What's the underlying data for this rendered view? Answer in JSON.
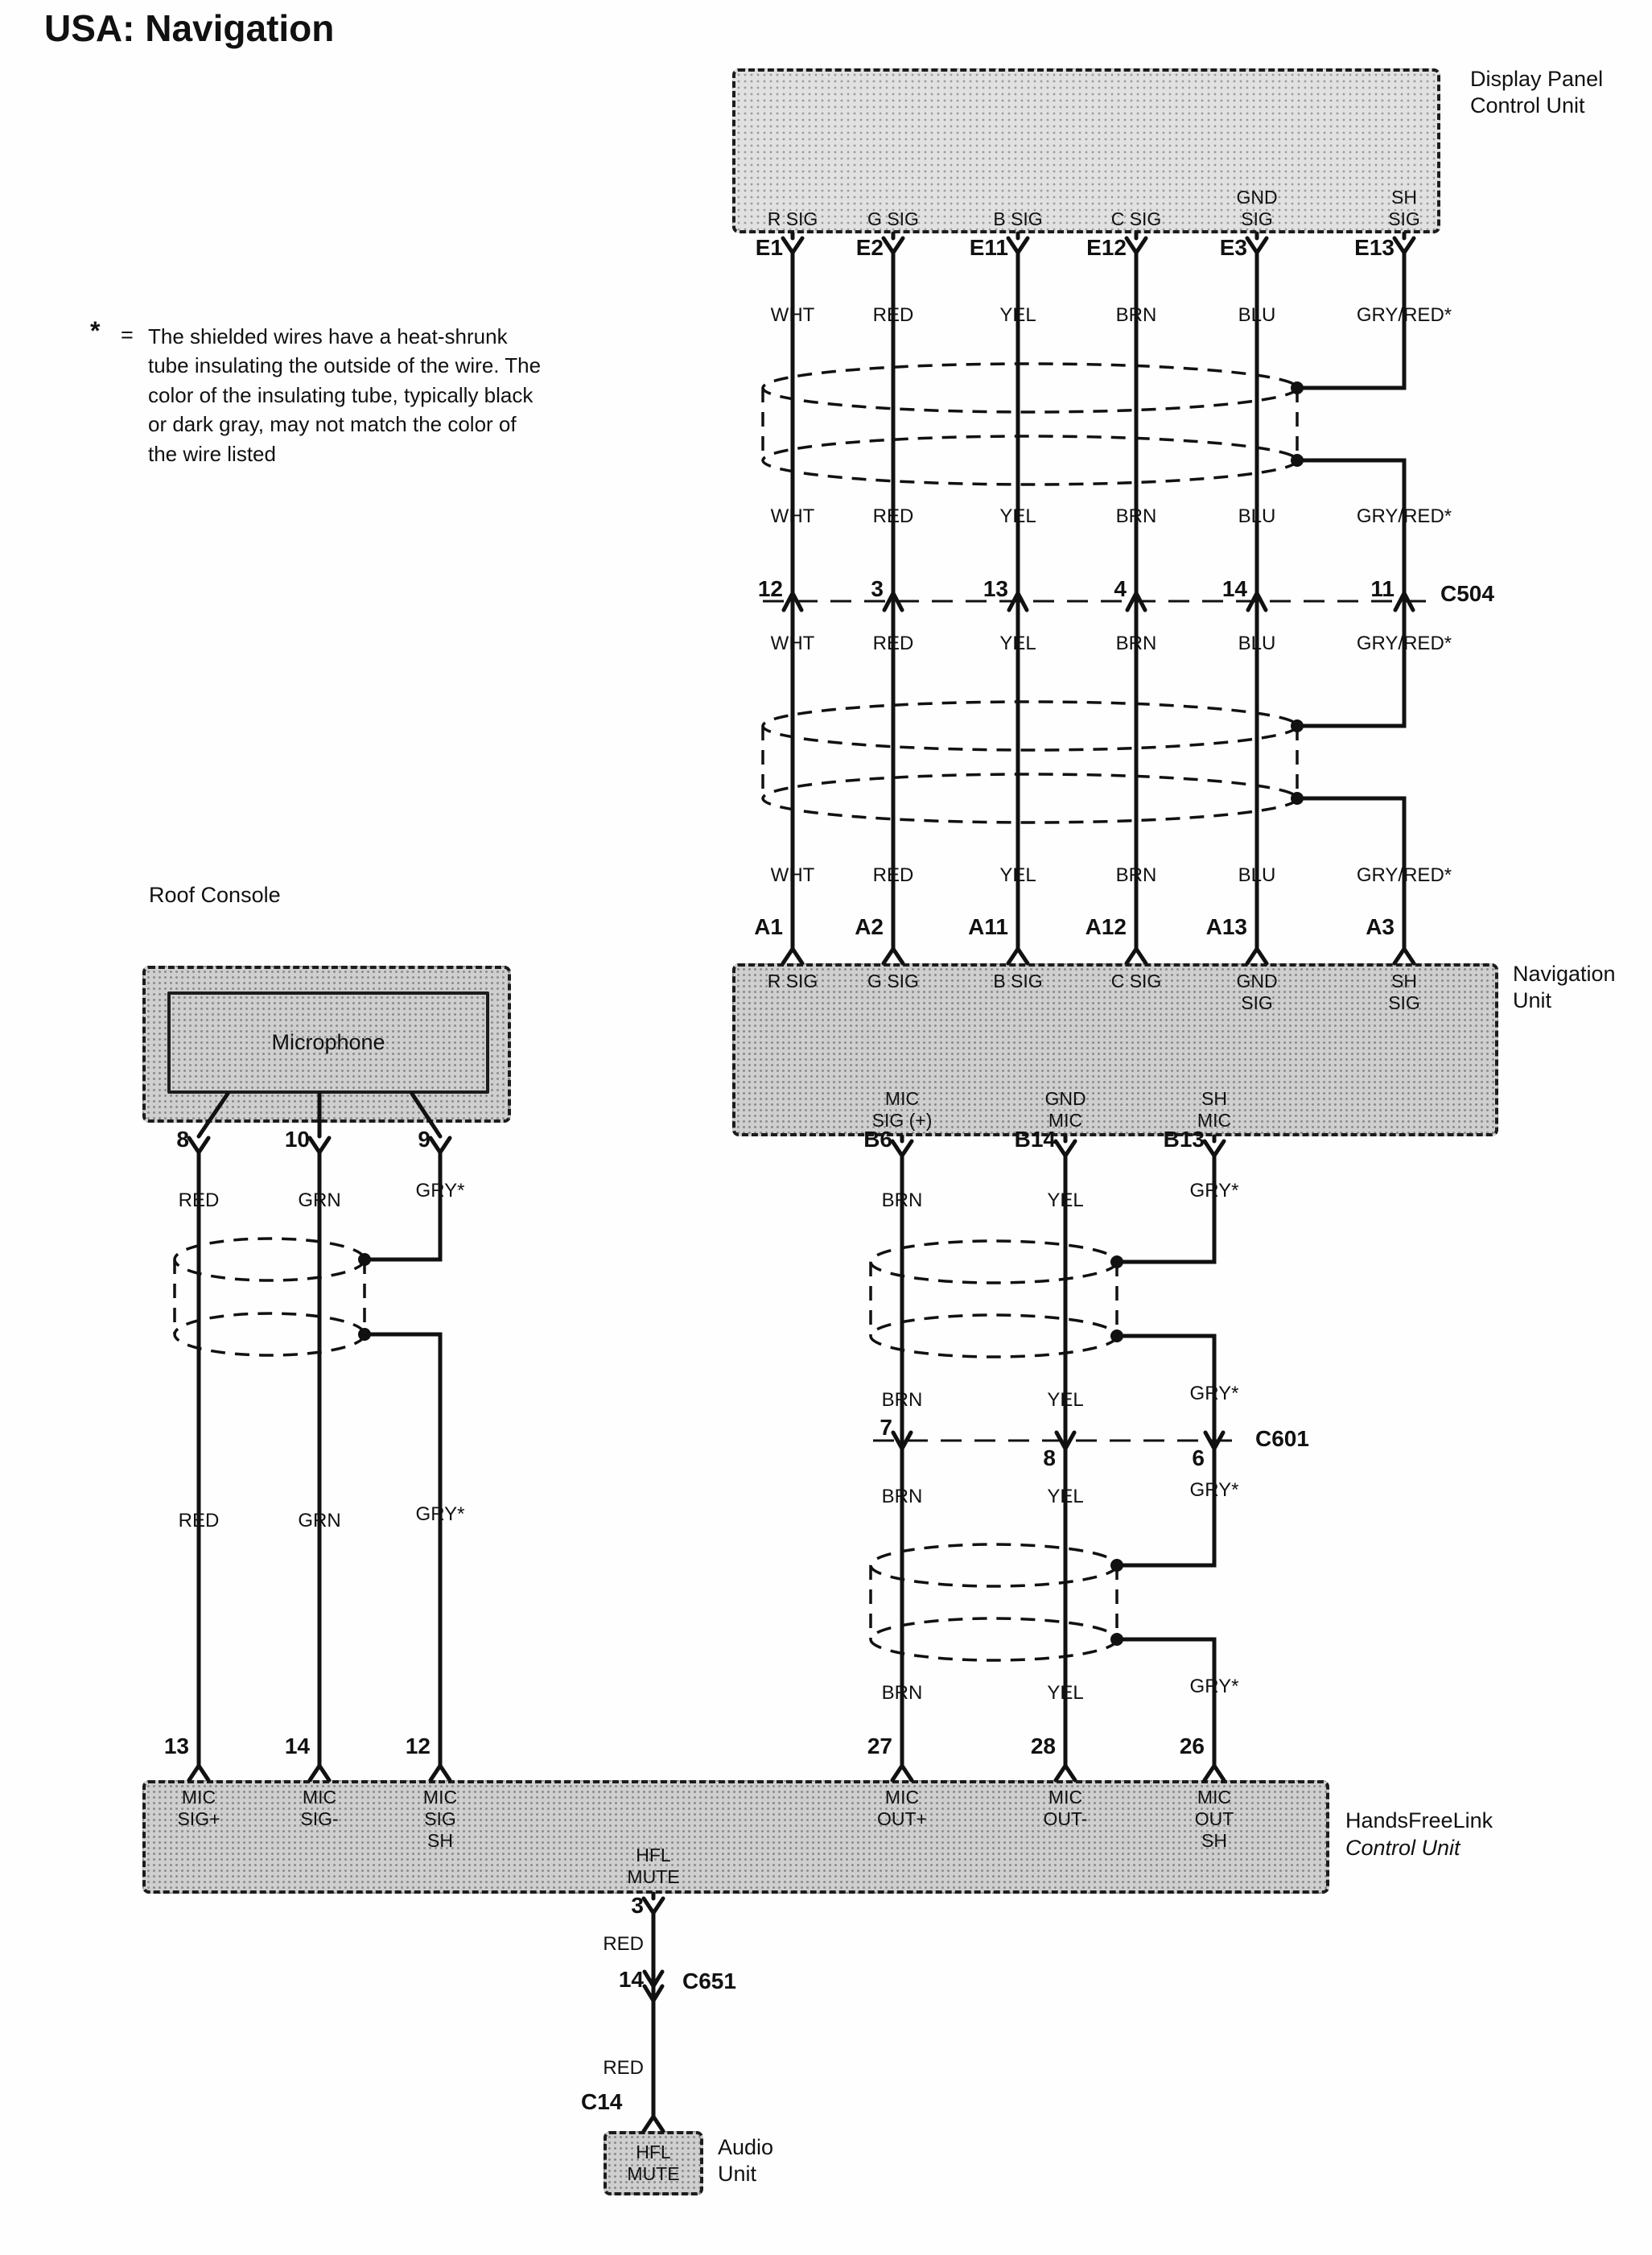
{
  "title": "USA: Navigation",
  "note": {
    "star": "*",
    "equals": "=",
    "text": "The shielded wires have a heat-shrunk\ntube insulating the outside of the wire.  The\ncolor of the insulating tube, typically black\nor dark gray, may not match the color of\nthe wire listed"
  },
  "display_panel": {
    "label": "Display Panel\nControl Unit"
  },
  "navigation_unit": {
    "label": "Navigation\nUnit"
  },
  "handsfreelink": {
    "label_line1": "HandsFreeLink",
    "label_line2": "Control Unit"
  },
  "audio_unit": {
    "label": "Audio\nUnit",
    "signal": "HFL\nMUTE"
  },
  "roof_console": {
    "label": "Roof Console",
    "microphone": "Microphone"
  },
  "connectors": {
    "c504": "C504",
    "c601": "C601",
    "c651": "C651",
    "c14": "C14"
  },
  "video_columns": [
    {
      "signal": "R SIG",
      "e_pin": "E1",
      "color": "WHT",
      "c504_pin": "12",
      "a_pin": "A1"
    },
    {
      "signal": "G SIG",
      "e_pin": "E2",
      "color": "RED",
      "c504_pin": "3",
      "a_pin": "A2"
    },
    {
      "signal": "B SIG",
      "e_pin": "E11",
      "color": "YEL",
      "c504_pin": "13",
      "a_pin": "A11"
    },
    {
      "signal": "C SIG",
      "e_pin": "E12",
      "color": "BRN",
      "c504_pin": "4",
      "a_pin": "A12"
    },
    {
      "signal": "GND\nSIG",
      "e_pin": "E3",
      "color": "BLU",
      "c504_pin": "14",
      "a_pin": "A13"
    },
    {
      "signal": "SH\nSIG",
      "e_pin": "E13",
      "color": "GRY/RED*",
      "c504_pin": "11",
      "a_pin": "A3"
    }
  ],
  "mic_columns": [
    {
      "nav_signal": "MIC\nSIG (+)",
      "b_pin": "B6",
      "color": "BRN",
      "c601_pin": "7",
      "hfl_pin": "27",
      "hfl_signal": "MIC\nOUT+"
    },
    {
      "nav_signal": "GND\nMIC",
      "b_pin": "B14",
      "color": "YEL",
      "c601_pin": "8",
      "hfl_pin": "28",
      "hfl_signal": "MIC\nOUT-"
    },
    {
      "nav_signal": "SH\nMIC",
      "b_pin": "B13",
      "color": "GRY*",
      "c601_pin": "6",
      "hfl_pin": "26",
      "hfl_signal": "MIC\nOUT\nSH"
    }
  ],
  "roof_columns": [
    {
      "pin": "8",
      "color": "RED",
      "hfl_pin": "13",
      "hfl_signal": "MIC\nSIG+"
    },
    {
      "pin": "10",
      "color": "GRN",
      "hfl_pin": "14",
      "hfl_signal": "MIC\nSIG-"
    },
    {
      "pin": "9",
      "color": "GRY*",
      "hfl_pin": "12",
      "hfl_signal": "MIC\nSIG\nSH"
    }
  ],
  "hfl_mute": {
    "label": "HFL\nMUTE",
    "pin": "3",
    "color_top": "RED",
    "c651_pin": "14",
    "color_bottom": "RED"
  }
}
